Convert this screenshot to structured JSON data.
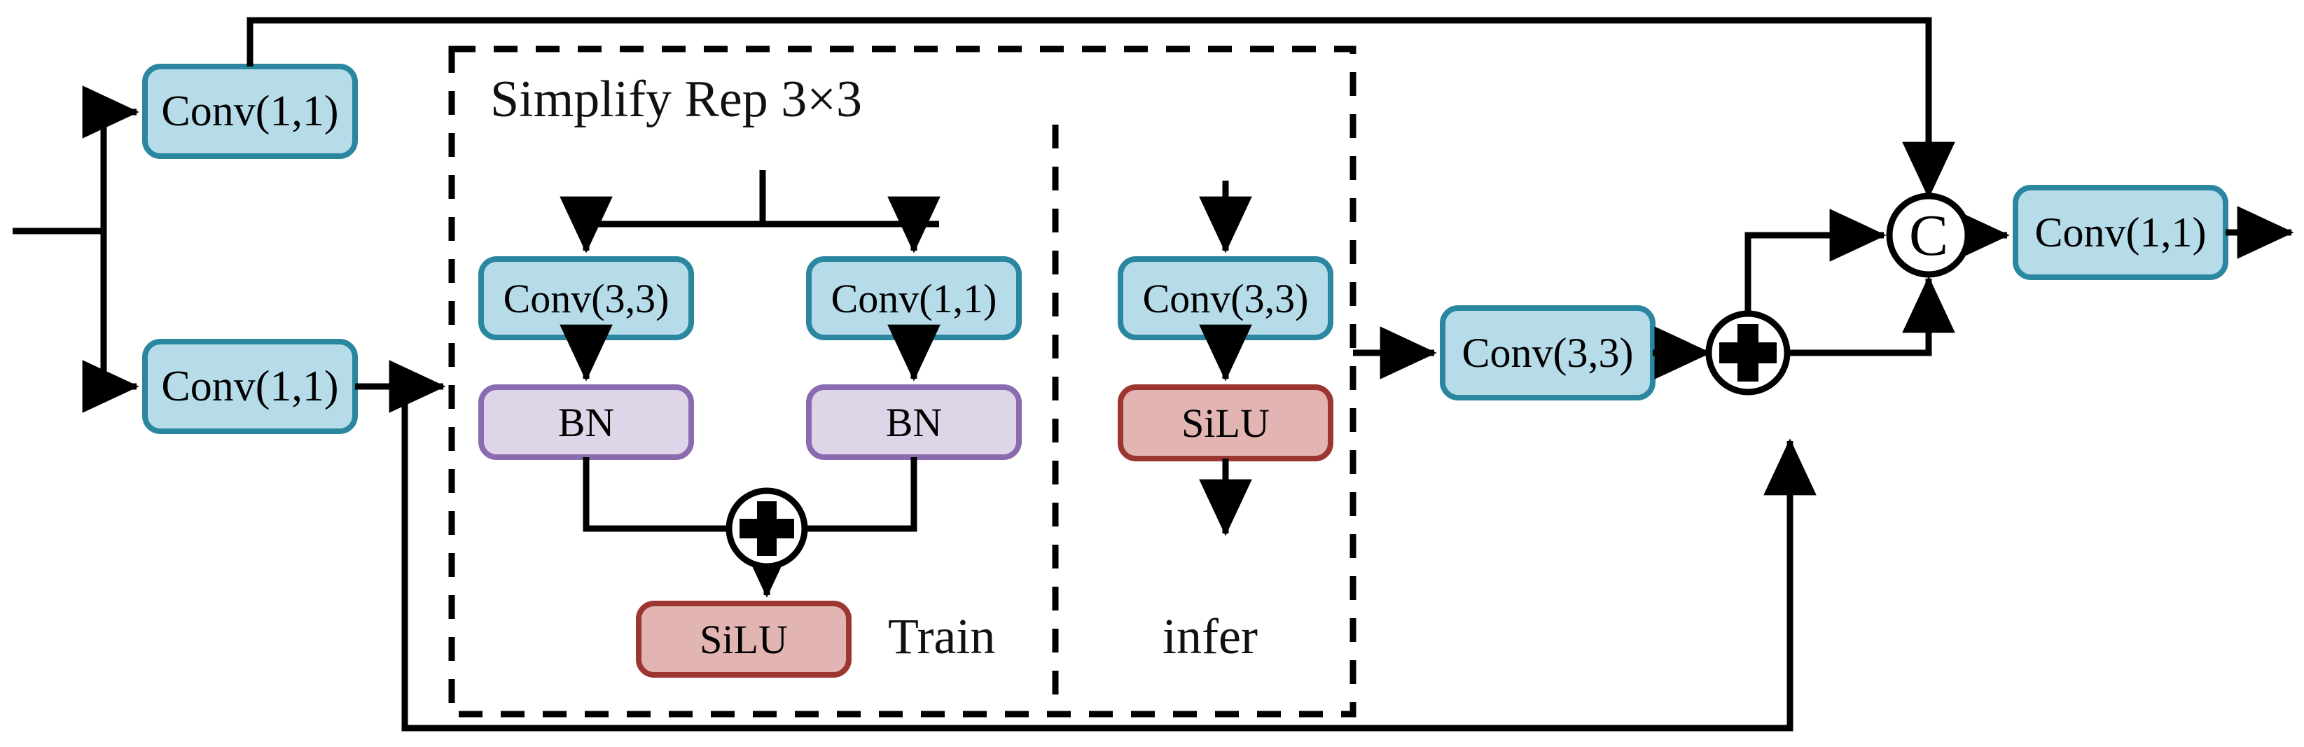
{
  "diagram": {
    "title": "Simplify Rep 3x3 block (train / infer)",
    "colors": {
      "conv_fill": "#b6dce9",
      "conv_stroke": "#2b87a0",
      "bn_fill": "#ded5e9",
      "bn_stroke": "#8a6bb0",
      "silu_fill": "#e2b4b2",
      "silu_stroke": "#9c3630",
      "line": "#000000",
      "dashed": "#000000",
      "text": "#000000",
      "background": "#ffffff"
    },
    "group_labels": {
      "simplify_rep": "Simplify Rep 3×3",
      "train": "Train",
      "infer": "infer"
    },
    "nodes": [
      {
        "id": "conv_top_left",
        "label": "Conv(1,1)",
        "type": "conv"
      },
      {
        "id": "conv_bottom_left",
        "label": "Conv(1,1)",
        "type": "conv"
      },
      {
        "id": "train_conv33",
        "label": "Conv(3,3)",
        "type": "conv"
      },
      {
        "id": "train_conv11",
        "label": "Conv(1,1)",
        "type": "conv"
      },
      {
        "id": "train_bn_left",
        "label": "BN",
        "type": "bn"
      },
      {
        "id": "train_bn_right",
        "label": "BN",
        "type": "bn"
      },
      {
        "id": "train_silu",
        "label": "SiLU",
        "type": "silu"
      },
      {
        "id": "infer_conv33",
        "label": "Conv(3,3)",
        "type": "conv"
      },
      {
        "id": "infer_silu",
        "label": "SiLU",
        "type": "silu"
      },
      {
        "id": "main_conv33",
        "label": "Conv(3,3)",
        "type": "conv"
      },
      {
        "id": "out_conv11",
        "label": "Conv(1,1)",
        "type": "conv"
      }
    ],
    "operators": [
      {
        "id": "train_add",
        "glyph": "+",
        "name": "add-operator"
      },
      {
        "id": "main_add",
        "glyph": "+",
        "name": "add-operator"
      },
      {
        "id": "concat",
        "glyph": "C",
        "name": "concat-operator"
      }
    ]
  },
  "chart_data": {
    "type": "diagram",
    "title": "Simplify Rep 3×3",
    "nodes": [
      "Conv(1,1)",
      "Conv(1,1)",
      "Conv(3,3)",
      "Conv(1,1)",
      "BN",
      "BN",
      "SiLU",
      "Conv(3,3)",
      "SiLU",
      "Conv(3,3)",
      "Conv(1,1)"
    ],
    "operators": [
      "+",
      "+",
      "C"
    ],
    "groups": [
      "Simplify Rep 3×3",
      "Train",
      "infer"
    ],
    "edges": [
      "input -> Conv(1,1) [top]",
      "input -> Conv(1,1) [bottom]",
      "Conv(1,1) [top] -> C (concat)",
      "Conv(1,1) [bottom] -> Simplify Rep 3×3",
      "Conv(1,1) [bottom] -> + (main add)",
      "split -> Conv(3,3) [train]",
      "split -> Conv(1,1) [train]",
      "Conv(3,3) [train] -> BN",
      "Conv(1,1) [train] -> BN",
      "BN + BN -> + (train add)",
      "+ (train add) -> SiLU [train]",
      "Conv(3,3) [infer] -> SiLU [infer]",
      "Simplify Rep 3×3 -> Conv(3,3) [main]",
      "Conv(3,3) [main] -> + (main add)",
      "+ (main add) -> C (concat)",
      "C (concat) -> Conv(1,1) [out]",
      "Conv(1,1) [out] -> output"
    ]
  }
}
